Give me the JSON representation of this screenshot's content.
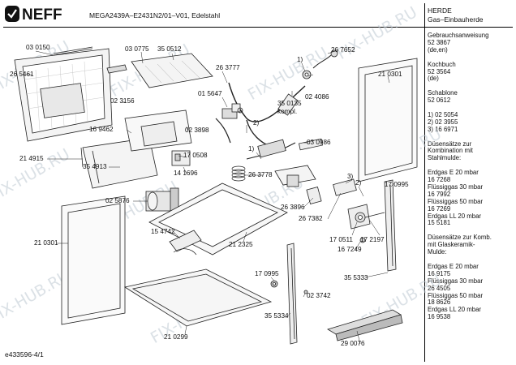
{
  "brand": "NEFF",
  "model_line": "MEGA2439A–E2431N2/01–V01, Edelstahl",
  "category": "HERDE",
  "subcategory": "Gas–Einbauherde",
  "footer": "e433596-4/1",
  "watermark": "FIX-HUB.RU",
  "sidebar": {
    "lines": [
      "Gebrauchsanweisung",
      "52 3867",
      "(de,en)",
      "",
      "Kochbuch",
      "52 3564",
      "(de)",
      "",
      "Schablone",
      "52 0612",
      "",
      "1) 02 5054",
      "2) 02 3955",
      "3) 16 6971",
      "",
      "Düsensätze zur",
      "Kombination mit",
      "Stahlmulde:",
      "",
      "Erdgas E 20 mbar",
      "16 7268",
      "Flüssiggas 30 mbar",
      "16 7992",
      "Flüssiggas 50 mbar",
      "16 7269",
      "Erdgas LL 20 mbar",
      "15 5181",
      "",
      "Düsensätze zur Komb.",
      "mit Glaskeramik-",
      "Mulde:",
      "",
      "Erdgas E 20 mbar",
      "16 9175",
      "Flüssiggas 30 mbar",
      "26 4505",
      "Flüssiggas 50 mbar",
      "18 8626",
      "Erdgas LL 20 mbar",
      "16 9538"
    ]
  },
  "callouts": [
    {
      "id": "c1",
      "text": "03 0150"
    },
    {
      "id": "c2",
      "text": "26 5461"
    },
    {
      "id": "c3",
      "text": "03 0775"
    },
    {
      "id": "c4",
      "text": "35 0512"
    },
    {
      "id": "c5",
      "text": "26 3777"
    },
    {
      "id": "c6",
      "text": "1)"
    },
    {
      "id": "c7",
      "text": "26 7652"
    },
    {
      "id": "c8",
      "text": "02 4086"
    },
    {
      "id": "c9",
      "text": "35 0135"
    },
    {
      "id": "c10",
      "text": "kompl."
    },
    {
      "id": "c11",
      "text": "21 0301"
    },
    {
      "id": "c12",
      "text": "01 5647"
    },
    {
      "id": "c13",
      "text": "02 3156"
    },
    {
      "id": "c14",
      "text": "02 3898"
    },
    {
      "id": "c15",
      "text": "16 9462"
    },
    {
      "id": "c16",
      "text": "2)"
    },
    {
      "id": "c17",
      "text": "1)"
    },
    {
      "id": "c18",
      "text": "17 0508"
    },
    {
      "id": "c19",
      "text": "03 0986"
    },
    {
      "id": "c20",
      "text": "21 4915"
    },
    {
      "id": "c21",
      "text": "35 4913"
    },
    {
      "id": "c22",
      "text": "14 1696"
    },
    {
      "id": "c23",
      "text": "26 3778"
    },
    {
      "id": "c24",
      "text": "3)"
    },
    {
      "id": "c25",
      "text": "2)"
    },
    {
      "id": "c26",
      "text": "17 0995"
    },
    {
      "id": "c27",
      "text": "02 5876"
    },
    {
      "id": "c28",
      "text": "26 3896"
    },
    {
      "id": "c29",
      "text": "26 7382"
    },
    {
      "id": "c30",
      "text": "15 4742"
    },
    {
      "id": "c31",
      "text": "21 2325"
    },
    {
      "id": "c32",
      "text": "17 0511"
    },
    {
      "id": "c33",
      "text": "17 2197"
    },
    {
      "id": "c34",
      "text": "16 7249"
    },
    {
      "id": "c35",
      "text": "21 0301"
    },
    {
      "id": "c36",
      "text": "17 0995"
    },
    {
      "id": "c37",
      "text": "35 5333"
    },
    {
      "id": "c38",
      "text": "02 3742"
    },
    {
      "id": "c39",
      "text": "35 5334"
    },
    {
      "id": "c40",
      "text": "21 0299"
    },
    {
      "id": "c41",
      "text": "29 0076"
    }
  ]
}
